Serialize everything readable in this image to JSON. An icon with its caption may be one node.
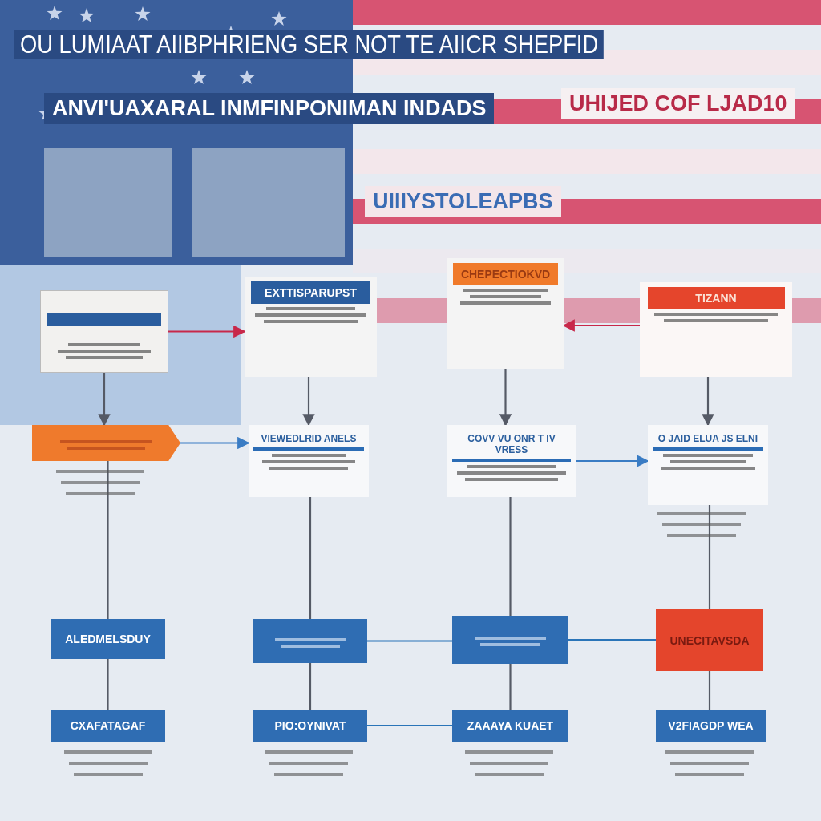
{
  "diagram": {
    "title": "OU LUMIAAT AIIBPHRIENG SER NOT TE AIICR SHEPFID",
    "nodes": [
      {
        "text": [],
        "shape": "box"
      },
      {
        "text": [
          "EXTTISPARUPST"
        ]
      },
      {
        "text": [
          "CHEPECTIOKVD"
        ]
      },
      {
        "text": [
          "TIZANN"
        ]
      },
      {
        "text": [],
        "shape": "banner"
      },
      {
        "text": [
          "VIEWEDLRID ANELS"
        ]
      },
      {
        "text": [
          "COVV VU ONR T IV VRESS"
        ]
      },
      {
        "text": [
          "O JAID ELUA JS ELNI"
        ]
      },
      {
        "text": [
          "ALEDMELSDUY"
        ]
      },
      {
        "text": [],
        "shape": "box"
      },
      {
        "text": [],
        "shape": "box"
      },
      {
        "text": [
          "UNECITAVSDA"
        ]
      },
      {
        "text": [
          "CXAFATAGAF"
        ]
      },
      {
        "text": [
          "PIO:OYNIVAT"
        ]
      },
      {
        "text": [
          "ZAAAYA KUAET"
        ]
      },
      {
        "text": [
          "V2FIAGDP WEA"
        ]
      }
    ],
    "edges": [
      {
        "from": 0,
        "to": 1,
        "arrow": "to",
        "color": "#c8284a"
      },
      {
        "from": 3,
        "to": 2,
        "arrow": "to",
        "color": "#c8284a"
      },
      {
        "from": 0,
        "to": 4,
        "arrow": "to"
      },
      {
        "from": 1,
        "to": 5,
        "arrow": "to"
      },
      {
        "from": 2,
        "to": 6,
        "arrow": "to"
      },
      {
        "from": 3,
        "to": 7,
        "arrow": "to"
      },
      {
        "from": 4,
        "to": 5,
        "arrow": "to",
        "color": "#3a7cc4"
      },
      {
        "from": 6,
        "to": 7,
        "arrow": "to",
        "color": "#3a7cc4"
      },
      {
        "from": 4,
        "to": 8,
        "arrow": "none"
      },
      {
        "from": 5,
        "to": 9,
        "arrow": "none"
      },
      {
        "from": 6,
        "to": 10,
        "arrow": "none"
      },
      {
        "from": 7,
        "to": 11,
        "arrow": "none"
      },
      {
        "from": 8,
        "to": 12,
        "arrow": "none"
      },
      {
        "from": 9,
        "to": 13,
        "arrow": "none"
      },
      {
        "from": 10,
        "to": 14,
        "arrow": "none"
      },
      {
        "from": 11,
        "to": 15,
        "arrow": "none"
      },
      {
        "from": 9,
        "to": 10,
        "arrow": "none",
        "color": "#2a74b8"
      },
      {
        "from": 10,
        "to": 11,
        "arrow": "none",
        "color": "#2a74b8"
      },
      {
        "from": 13,
        "to": 14,
        "arrow": "none",
        "color": "#2a74b8"
      }
    ],
    "labels": [
      "ANVI'UAXARAL INMFINPONIMAN INDADS",
      "UHIJED COF LJAD10",
      "UIIIYSTOLEAPBS"
    ]
  }
}
